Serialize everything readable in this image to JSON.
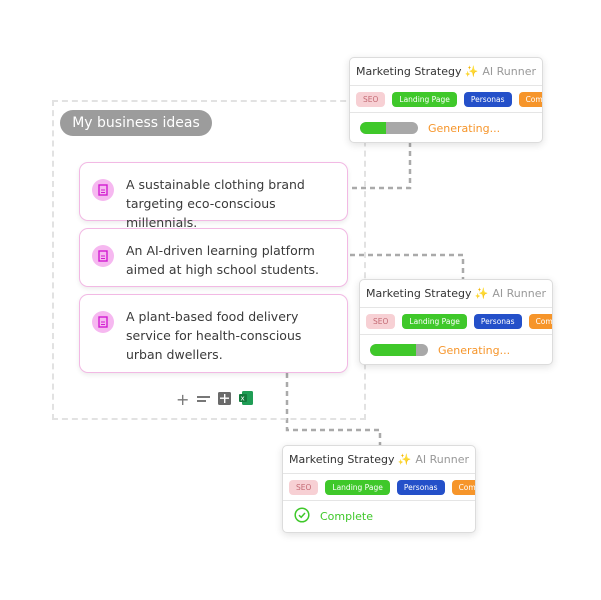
{
  "group": {
    "title": "My business ideas"
  },
  "ideas": [
    {
      "text": "A sustainable clothing brand targeting eco-conscious millennials.",
      "icon": "document-icon"
    },
    {
      "text": "An AI-driven learning platform aimed at high school students.",
      "icon": "document-icon"
    },
    {
      "text": "A plant-based food delivery service for health-conscious urban dwellers.",
      "icon": "document-icon"
    }
  ],
  "toolbar": [
    "plus-icon",
    "text-icon",
    "table-icon",
    "excel-icon"
  ],
  "panels": [
    {
      "title": "Marketing Strategy",
      "runner": "AI Runner",
      "tags": [
        "SEO",
        "Landing Page",
        "Personas",
        "Comp"
      ],
      "status": "Generating...",
      "progress": 45
    },
    {
      "title": "Marketing Strategy",
      "runner": "AI Runner",
      "tags": [
        "SEO",
        "Landing Page",
        "Personas",
        "Comp"
      ],
      "status": "Generating...",
      "progress": 80
    },
    {
      "title": "Marketing Strategy",
      "runner": "AI Runner",
      "tags": [
        "SEO",
        "Landing Page",
        "Personas",
        "Comp"
      ],
      "status": "Complete"
    }
  ],
  "colors": {
    "seo": "#f7d0d4",
    "landing": "#3fc82a",
    "personas": "#2450c9",
    "comp": "#f6952a",
    "generating": "#f6952a",
    "complete": "#3fc82a",
    "card_border": "#f2b9e4"
  }
}
